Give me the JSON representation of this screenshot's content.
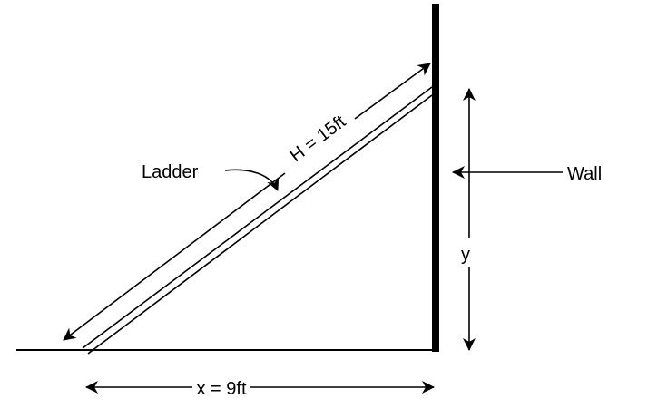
{
  "labels": {
    "ladder": "Ladder",
    "wall": "Wall",
    "hypotenuse": "H = 15ft",
    "height": "y",
    "base": "x = 9ft"
  },
  "colors": {
    "stroke": "#000000",
    "background": "#ffffff"
  }
}
